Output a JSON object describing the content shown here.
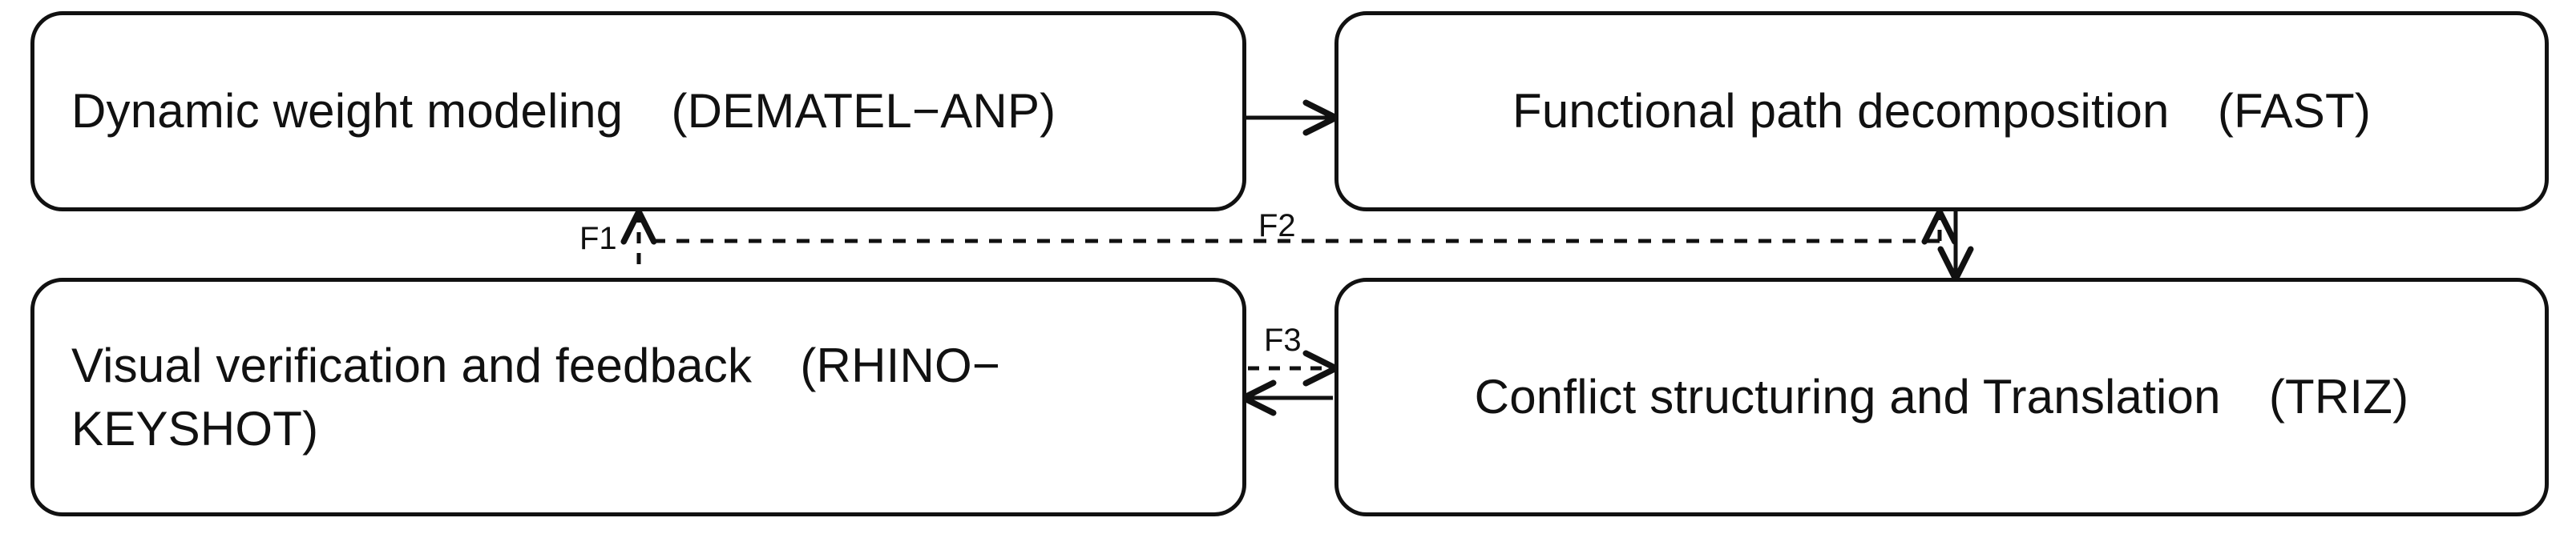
{
  "diagram": {
    "type": "flow-diagram",
    "title": "",
    "background_color": "#ffffff",
    "stroke_color": "#111111",
    "nodes": [
      {
        "id": "dematel",
        "label": "Dynamic weight modeling　(DEMATEL−ANP)",
        "position": "top-left",
        "align": "left"
      },
      {
        "id": "fast",
        "label": "Functional path decomposition　(FAST)",
        "position": "top-right",
        "align": "center"
      },
      {
        "id": "rhino",
        "label": "Visual verification and feedback　(RHINO−\nKEYSHOT)",
        "position": "bottom-left",
        "align": "left"
      },
      {
        "id": "triz",
        "label": "Conflict structuring and Translation　(TRIZ)",
        "position": "bottom-right",
        "align": "center"
      }
    ],
    "edges": [
      {
        "id": "e-dematel-fast",
        "label": "",
        "from": "dematel",
        "to": "fast",
        "style": "solid",
        "direction": "right"
      },
      {
        "id": "e-fast-triz",
        "label": "",
        "from": "fast",
        "to": "triz",
        "style": "solid",
        "direction": "down"
      },
      {
        "id": "e-f1",
        "label": "F1",
        "from": "feedback-bus",
        "to": "dematel",
        "style": "dashed",
        "direction": "up"
      },
      {
        "id": "e-f2",
        "label": "F2",
        "from": "fast",
        "to": "feedback-bus",
        "style": "dashed",
        "direction": "up"
      },
      {
        "id": "e-f3-forward",
        "label": "F3",
        "from": "rhino",
        "to": "triz",
        "style": "dashed",
        "direction": "right"
      },
      {
        "id": "e-f3-return",
        "label": "",
        "from": "triz",
        "to": "rhino",
        "style": "solid",
        "direction": "left"
      }
    ],
    "edge_labels": {
      "f1": "F1",
      "f2": "F2",
      "f3": "F3"
    }
  }
}
